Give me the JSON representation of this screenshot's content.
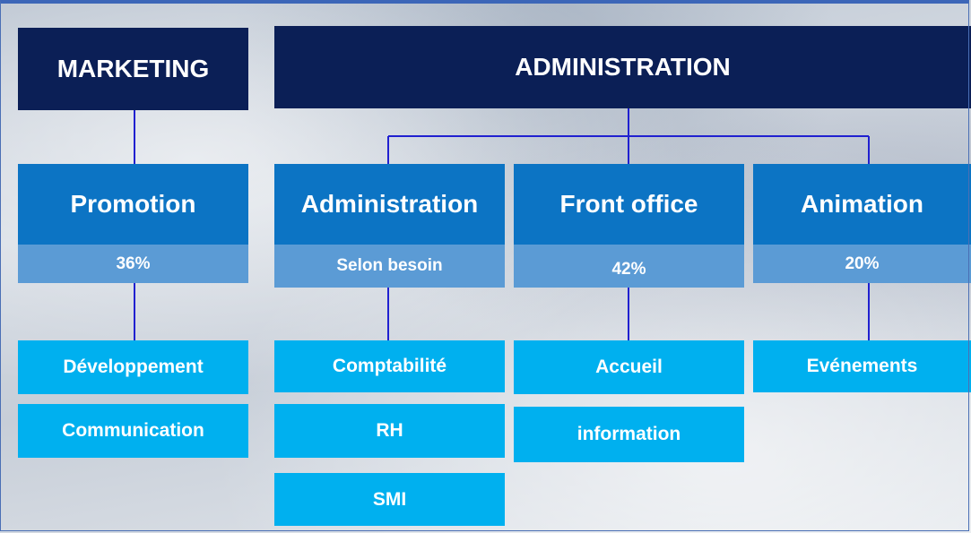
{
  "diagram": {
    "marketing": {
      "title": "MARKETING",
      "department": "Promotion",
      "share": "36%",
      "tasks": [
        "Développement",
        "Communication"
      ]
    },
    "administration": {
      "title": "ADMINISTRATION",
      "departments": [
        {
          "name": "Administration",
          "share": "Selon besoin",
          "tasks": [
            "Comptabilité",
            "RH",
            "SMI"
          ]
        },
        {
          "name": "Front office",
          "share": "42%",
          "tasks": [
            "Accueil",
            "information"
          ]
        },
        {
          "name": "Animation",
          "share": "20%",
          "tasks": [
            "Evénements"
          ]
        }
      ]
    },
    "colors": {
      "top_box": "#0b1f56",
      "department_box": "#0c74c4",
      "share_box": "#5b9bd5",
      "task_box": "#00b0ef",
      "connector": "#2020d0"
    }
  }
}
